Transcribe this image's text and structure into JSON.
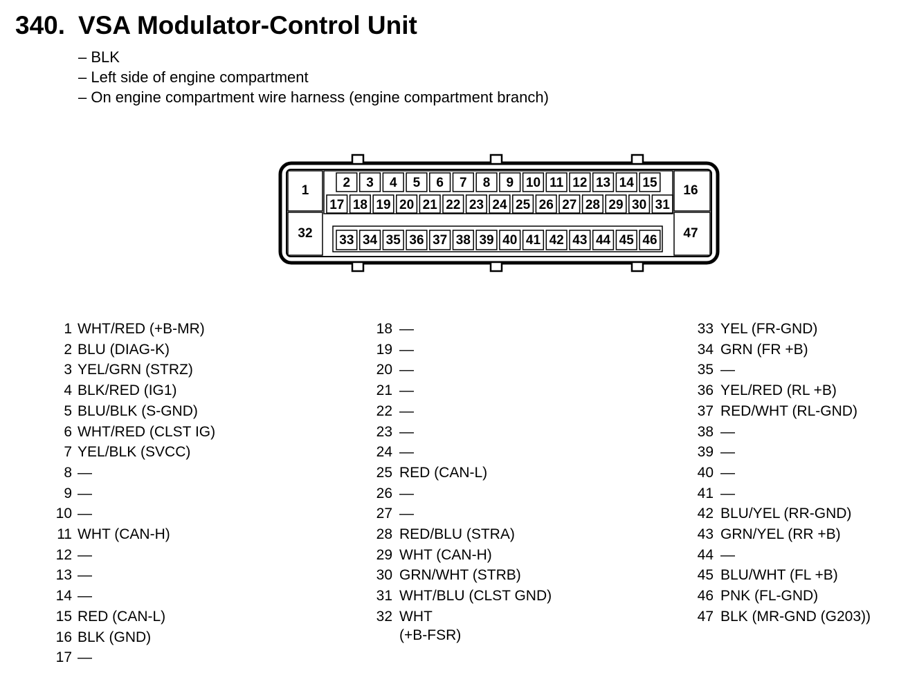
{
  "title": {
    "number": "340.",
    "text": "VSA Modulator-Control Unit"
  },
  "subtitle_lines": [
    "– BLK",
    "– Left side of engine compartment",
    "– On engine compartment wire harness (engine compartment branch)"
  ],
  "pins": [
    {
      "n": "1",
      "d": "WHT/RED (+B-MR)"
    },
    {
      "n": "2",
      "d": "BLU (DIAG-K)"
    },
    {
      "n": "3",
      "d": "YEL/GRN (STRZ)"
    },
    {
      "n": "4",
      "d": "BLK/RED (IG1)"
    },
    {
      "n": "5",
      "d": "BLU/BLK (S-GND)"
    },
    {
      "n": "6",
      "d": "WHT/RED (CLST IG)"
    },
    {
      "n": "7",
      "d": "YEL/BLK (SVCC)"
    },
    {
      "n": "8",
      "d": "—"
    },
    {
      "n": "9",
      "d": "—"
    },
    {
      "n": "10",
      "d": "—"
    },
    {
      "n": "11",
      "d": "WHT (CAN-H)"
    },
    {
      "n": "12",
      "d": "—"
    },
    {
      "n": "13",
      "d": "—"
    },
    {
      "n": "14",
      "d": "—"
    },
    {
      "n": "15",
      "d": "RED (CAN-L)"
    },
    {
      "n": "16",
      "d": "BLK (GND)"
    },
    {
      "n": "17",
      "d": "—"
    },
    {
      "n": "18",
      "d": "—"
    },
    {
      "n": "19",
      "d": "—"
    },
    {
      "n": "20",
      "d": "—"
    },
    {
      "n": "21",
      "d": "—"
    },
    {
      "n": "22",
      "d": "—"
    },
    {
      "n": "23",
      "d": "—"
    },
    {
      "n": "24",
      "d": "—"
    },
    {
      "n": "25",
      "d": "RED (CAN-L)"
    },
    {
      "n": "26",
      "d": "—"
    },
    {
      "n": "27",
      "d": "—"
    },
    {
      "n": "28",
      "d": "RED/BLU (STRA)"
    },
    {
      "n": "29",
      "d": "WHT (CAN-H)"
    },
    {
      "n": "30",
      "d": "GRN/WHT (STRB)"
    },
    {
      "n": "31",
      "d": "WHT/BLU (CLST GND)"
    },
    {
      "n": "32",
      "d": "WHT",
      "d2": "(+B-FSR)"
    },
    {
      "n": "33",
      "d": "YEL (FR-GND)"
    },
    {
      "n": "34",
      "d": "GRN (FR +B)"
    },
    {
      "n": "35",
      "d": "—"
    },
    {
      "n": "36",
      "d": "YEL/RED (RL +B)"
    },
    {
      "n": "37",
      "d": "RED/WHT (RL-GND)"
    },
    {
      "n": "38",
      "d": "—"
    },
    {
      "n": "39",
      "d": "—"
    },
    {
      "n": "40",
      "d": "—"
    },
    {
      "n": "41",
      "d": "—"
    },
    {
      "n": "42",
      "d": "BLU/YEL (RR-GND)"
    },
    {
      "n": "43",
      "d": "GRN/YEL (RR +B)"
    },
    {
      "n": "44",
      "d": "—"
    },
    {
      "n": "45",
      "d": "BLU/WHT (FL +B)"
    },
    {
      "n": "46",
      "d": "PNK (FL-GND)"
    },
    {
      "n": "47",
      "d": "BLK (MR-GND (G203))"
    }
  ]
}
